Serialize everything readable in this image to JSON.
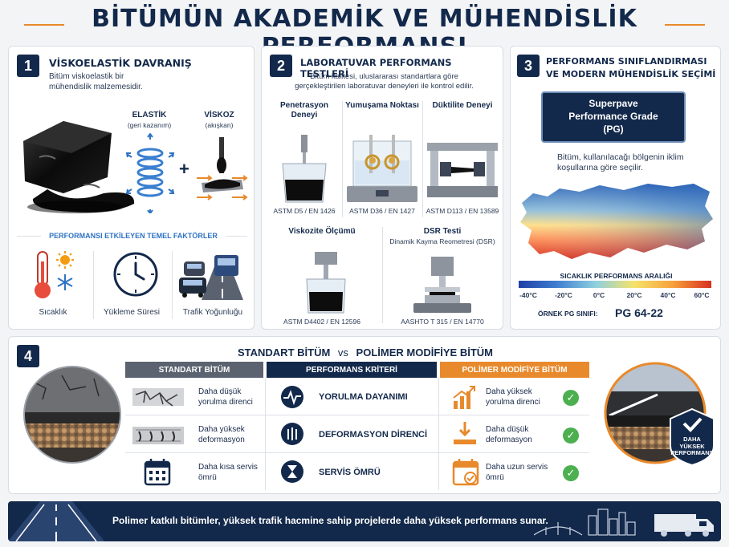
{
  "title": "BİTÜMÜN AKADEMİK VE MÜHENDİSLİK PERFORMANSI",
  "section1": {
    "number": "1",
    "heading": "VİSKOELASTİK DAVRANIŞ",
    "desc": "Bitüm viskoelastik bir mühendislik malzemesidir.",
    "elastic_label": "ELASTİK",
    "elastic_sub": "(geri kazanım)",
    "viscous_label": "VİSKOZ",
    "viscous_sub": "(akışkan)",
    "plus": "+",
    "factors_heading": "PERFORMANSI ETKİLEYEN TEMEL FAKTÖRLER",
    "factors": [
      "Sıcaklık",
      "Yükleme Süresi",
      "Trafik Yoğunluğu"
    ]
  },
  "section2": {
    "number": "2",
    "heading": "LABORATUVAR PERFORMANS TESTLERİ",
    "desc": "Bitüm kalitesi, uluslararası standartlara göre gerçekleştirilen laboratuvar deneyleri ile kontrol edilir.",
    "tests": [
      {
        "name": "Penetrasyon Deneyi",
        "std": "ASTM D5 / EN 1426"
      },
      {
        "name": "Yumuşama Noktası",
        "std": "ASTM D36 / EN 1427"
      },
      {
        "name": "Düktilite Deneyi",
        "std": "ASTM D113 / EN 13589"
      },
      {
        "name": "Viskozite Ölçümü",
        "std": "ASTM D4402 / EN 12596"
      },
      {
        "name": "DSR Testi",
        "sub": "Dinamik Kayma Reometresi (DSR)",
        "std": "AASHTO T 315 / EN 14770"
      }
    ]
  },
  "section3": {
    "number": "3",
    "heading_1": "PERFORMANS SINIFLANDIRMASI",
    "heading_2": "VE MODERN MÜHENDİSLİK SEÇİMİ",
    "badge_line1": "Superpave",
    "badge_line2": "Performance Grade",
    "badge_line3": "(PG)",
    "desc": "Bitüm, kullanılacağı bölgenin iklim koşullarına göre seçilir.",
    "scale_title": "SICAKLIK PERFORMANS ARALIĞI",
    "scale_ticks": [
      "-40°C",
      "-20°C",
      "0°C",
      "20°C",
      "40°C",
      "60°C"
    ],
    "example_label": "ÖRNEK PG SINIFI:",
    "example_value": "PG 64-22"
  },
  "section4": {
    "number": "4",
    "heading_a": "STANDART BİTÜM",
    "heading_vs": "vs",
    "heading_b": "POLİMER MODİFİYE BİTÜM",
    "col_std": "STANDART BİTÜM",
    "col_crit": "PERFORMANS KRİTERİ",
    "col_pmb": "POLİMER MODİFİYE BİTÜM",
    "rows": [
      {
        "std": "Daha düşük yorulma direnci",
        "crit": "YORULMA DAYANIMI",
        "pmb": "Daha yüksek yorulma direnci"
      },
      {
        "std": "Daha yüksek deformasyon",
        "crit": "DEFORMASYON DİRENCİ",
        "pmb": "Daha düşük deformasyon"
      },
      {
        "std": "Daha kısa servis ömrü",
        "crit": "SERVİS ÖMRÜ",
        "pmb": "Daha uzun servis ömrü"
      }
    ],
    "seal_line1": "DAHA",
    "seal_line2": "YÜKSEK",
    "seal_line3": "PERFORMANS"
  },
  "footer": {
    "text": "Polimer katkılı bitümler, yüksek trafik hacmine sahip projelerde daha yüksek performans sunar."
  },
  "colors": {
    "navy": "#13294b",
    "orange": "#e8892b",
    "gray_header": "#5b6370",
    "green": "#4caf50"
  }
}
